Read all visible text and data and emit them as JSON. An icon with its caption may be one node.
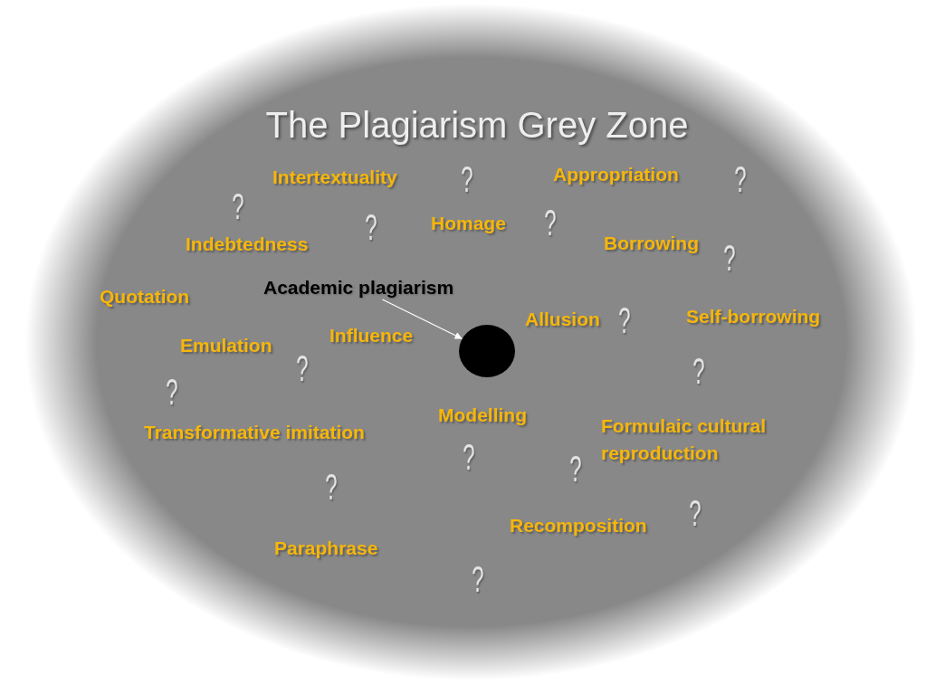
{
  "diagram": {
    "title": "The Plagiarism Grey Zone",
    "nodes": [
      {
        "text": [
          "Academic plagiarism"
        ]
      },
      {
        "text": [],
        "shape": "circle"
      }
    ],
    "edges": [
      {
        "from": 0,
        "to": 1,
        "arrow": "to"
      }
    ],
    "labels": [
      "Intertextuality",
      "?",
      "Appropriation",
      "?",
      "?",
      "?",
      "Homage",
      "?",
      "Indebtedness",
      "Borrowing",
      "?",
      "Quotation",
      "Allusion",
      "?",
      "Self-borrowing",
      "Emulation",
      "Influence",
      "?",
      "?",
      "?",
      "Modelling",
      "Transformative imitation",
      "Formulaic cultural reproduction",
      "?",
      "?",
      "?",
      "?",
      "Recomposition",
      "Paraphrase",
      "?"
    ]
  }
}
